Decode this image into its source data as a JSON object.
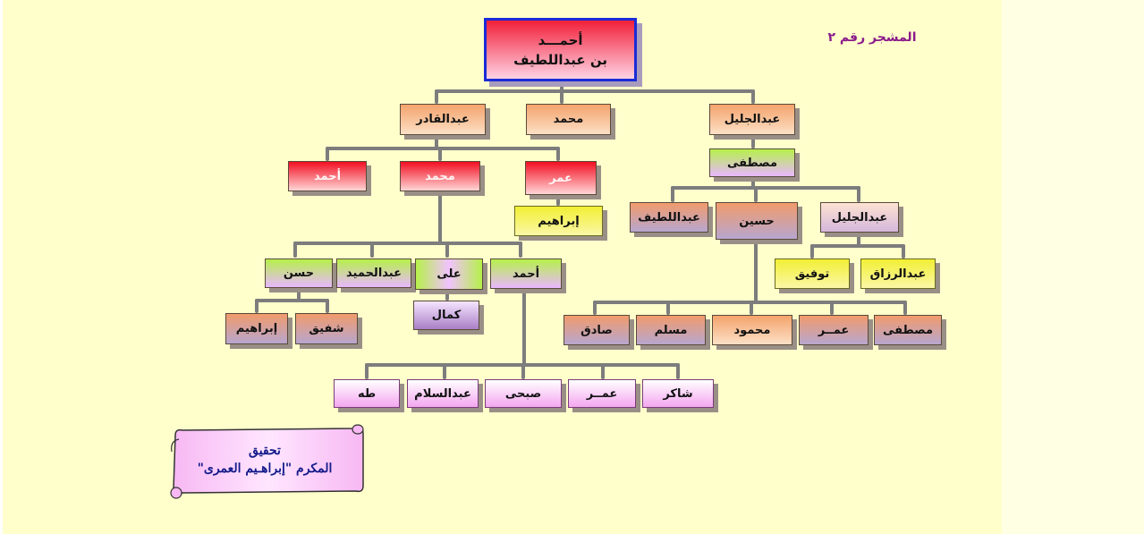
{
  "chart_label": "المشجر رقم ٢",
  "root": {
    "line1": "أحمـــد",
    "line2": "بن عبداللطيف"
  },
  "nodes": {
    "abdulqader": "عبدالقادر",
    "muhammad_l1": "محمد",
    "abduljalil_l1": "عبدالجليل",
    "ahmad_aq": "أحمد",
    "muhammad_aq": "محمد",
    "omar_aq": "عمر",
    "ibrahim_omar": "إبراهيم",
    "mustafa_aj": "مصطفى",
    "abdullatif_m": "عبداللطيف",
    "hussein_m": "حسين",
    "abduljalil_m": "عبدالجليل",
    "tawfiq": "توفيق",
    "abdulrazzaq": "عبدالرزاق",
    "hassan_mm": "حسن",
    "abdulhamid_mm": "عبدالحميد",
    "ali_mm": "على",
    "ahmad_mm": "أحمد",
    "kamal": "كمال",
    "ibrahim_h": "إبراهيم",
    "shafiq_h": "شفيق",
    "sadiq_hu": "صادق",
    "muslim_hu": "مسلم",
    "mahmoud_hu": "محمود",
    "omar_hu": "عمــر",
    "mustafa_hu": "مصطفى",
    "taha": "طه",
    "abdulsalam": "عبدالسلام",
    "subhi": "صبحى",
    "omar_ah": "عمــر",
    "shakir": "شاكر"
  },
  "scroll": {
    "line1": "تحقيق",
    "line2": "المكرم \"إبراهـيم العمرى\""
  },
  "colors": {
    "line": "#7d7d7d",
    "root_border": "#1b2bd6",
    "background": "#ffffcc"
  }
}
